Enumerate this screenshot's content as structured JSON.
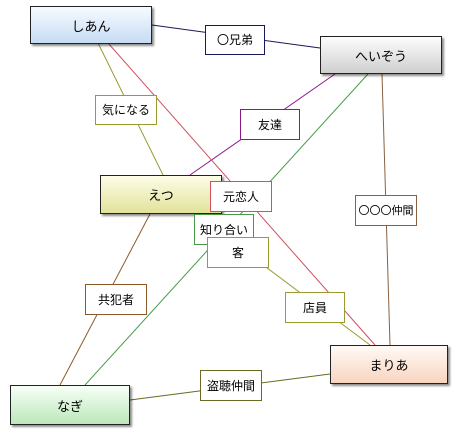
{
  "nodes": {
    "shion": {
      "label": "しあん",
      "fill_top": "#f8fbff",
      "fill_bottom": "#c6dcf4"
    },
    "heizou": {
      "label": "へいぞう",
      "fill_top": "#fdfdfd",
      "fill_bottom": "#cfcfcf"
    },
    "etsu": {
      "label": "えつ",
      "fill_top": "#fdfde8",
      "fill_bottom": "#e2e29a"
    },
    "maria": {
      "label": "まりあ",
      "fill_top": "#fffaf6",
      "fill_bottom": "#f8d4c0"
    },
    "nagi": {
      "label": "なぎ",
      "fill_top": "#f6fff6",
      "fill_bottom": "#bce8bc"
    }
  },
  "relations": {
    "brother": {
      "label": "〇兄弟",
      "color": "#1a1a5a"
    },
    "kininaru": {
      "label": "気になる",
      "color": "#9a9a30"
    },
    "friend": {
      "label": "友達",
      "color": "#8a1a8a"
    },
    "ex": {
      "label": "元恋人",
      "color": "#d05060"
    },
    "nakama": {
      "label": "〇〇〇仲間",
      "color": "#8a6040"
    },
    "shiriai": {
      "label": "知り合い",
      "color": "#4a9a4a"
    },
    "kyaku": {
      "label": "客",
      "color": "#9a9a30"
    },
    "kyohan": {
      "label": "共犯者",
      "color": "#8a5a2a"
    },
    "tenin": {
      "label": "店員",
      "color": "#9a9a30"
    },
    "touchou": {
      "label": "盗聴仲間",
      "color": "#6a6a20"
    }
  }
}
